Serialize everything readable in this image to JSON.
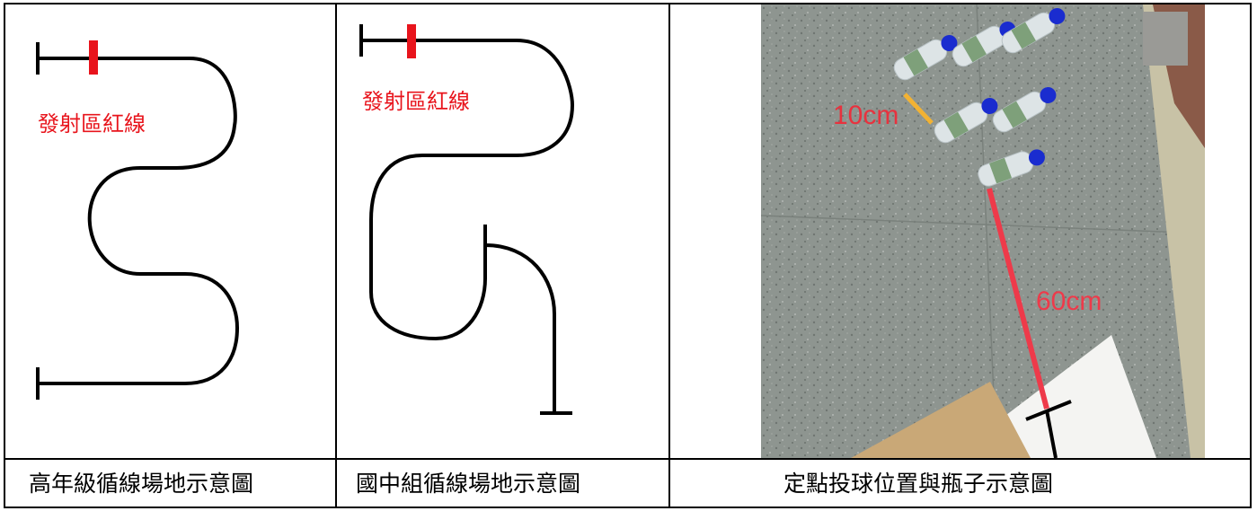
{
  "figures": [
    {
      "red_label": "發射區紅線",
      "caption": "高年級循線場地示意圖"
    },
    {
      "red_label": "發射區紅線",
      "caption": "國中組循線場地示意圖"
    },
    {
      "label_10": "10cm",
      "label_60": "60cm",
      "caption": "定點投球位置與瓶子示意圖"
    }
  ],
  "colors": {
    "red_marker": "#e8141c",
    "yellow_marker": "#f2b233",
    "photo_floor": "#8e9590",
    "bottle_cap": "#1a2ccf"
  }
}
